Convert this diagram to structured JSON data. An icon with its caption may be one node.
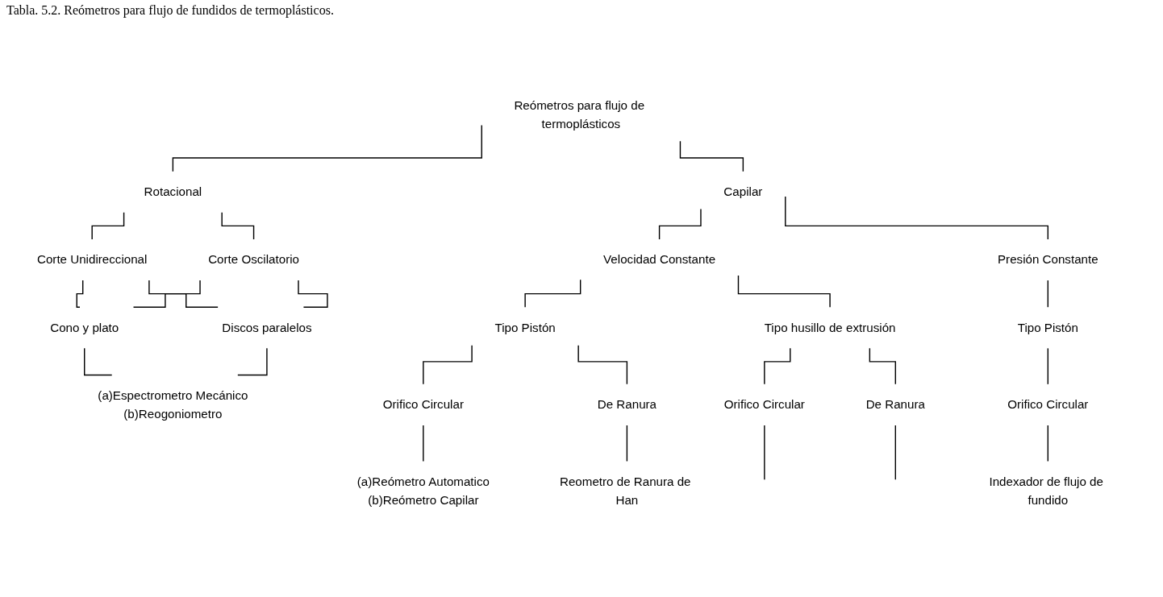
{
  "diagram": {
    "title": "Tabla. 5.2. Reómetros para flujo de fundidos de termoplásticos.",
    "nodes": [
      {
        "text": [
          "Reómetros para flujo de termoplásticos"
        ]
      },
      {
        "text": [
          "Rotacional"
        ]
      },
      {
        "text": [
          "Capilar"
        ]
      },
      {
        "text": [
          "Corte Unidireccional"
        ]
      },
      {
        "text": [
          "Corte Oscilatorio"
        ]
      },
      {
        "text": [
          "Cono y plato"
        ]
      },
      {
        "text": [
          "Discos paralelos"
        ]
      },
      {
        "text": [
          "(a)Espectrometro Mecánico",
          "(b)Reogoniometro"
        ]
      },
      {
        "text": [
          "Velocidad Constante"
        ]
      },
      {
        "text": [
          "Presión Constante"
        ]
      },
      {
        "text": [
          "Tipo Pistón"
        ]
      },
      {
        "text": [
          "Tipo husillo de extrusión"
        ]
      },
      {
        "text": [
          "Orifico Circular"
        ]
      },
      {
        "text": [
          "De Ranura"
        ]
      },
      {
        "text": [
          "(a)Reómetro Automatico",
          "(b)Reómetro Capilar"
        ]
      },
      {
        "text": [
          "Reometro de Ranura de Han"
        ]
      },
      {
        "text": [
          "Orifico Circular"
        ]
      },
      {
        "text": [
          "De Ranura"
        ]
      },
      {
        "text": [
          "Tipo Pistón"
        ]
      },
      {
        "text": [
          "Orifico Circular"
        ]
      },
      {
        "text": [
          "Indexador de flujo de fundido"
        ]
      }
    ],
    "edges": [
      {
        "from": 0,
        "to": 1,
        "arrow": "none"
      },
      {
        "from": 0,
        "to": 2,
        "arrow": "none"
      },
      {
        "from": 1,
        "to": 3,
        "arrow": "none"
      },
      {
        "from": 1,
        "to": 4,
        "arrow": "none"
      },
      {
        "from": 3,
        "to": 5,
        "arrow": "none"
      },
      {
        "from": 3,
        "to": 6,
        "arrow": "none"
      },
      {
        "from": 4,
        "to": 5,
        "arrow": "none"
      },
      {
        "from": 4,
        "to": 6,
        "arrow": "none"
      },
      {
        "from": 5,
        "to": 7,
        "arrow": "none"
      },
      {
        "from": 6,
        "to": 7,
        "arrow": "none"
      },
      {
        "from": 2,
        "to": 8,
        "arrow": "none"
      },
      {
        "from": 2,
        "to": 9,
        "arrow": "none"
      },
      {
        "from": 8,
        "to": 10,
        "arrow": "none"
      },
      {
        "from": 8,
        "to": 11,
        "arrow": "none"
      },
      {
        "from": 10,
        "to": 12,
        "arrow": "none"
      },
      {
        "from": 10,
        "to": 13,
        "arrow": "none"
      },
      {
        "from": 12,
        "to": 14,
        "arrow": "none"
      },
      {
        "from": 13,
        "to": 15,
        "arrow": "none"
      },
      {
        "from": 11,
        "to": 16,
        "arrow": "none"
      },
      {
        "from": 11,
        "to": 17,
        "arrow": "none"
      },
      {
        "from": 16,
        "to": null,
        "arrow": "none"
      },
      {
        "from": 17,
        "to": null,
        "arrow": "none"
      },
      {
        "from": 9,
        "to": 18,
        "arrow": "none"
      },
      {
        "from": 18,
        "to": 19,
        "arrow": "none"
      },
      {
        "from": 19,
        "to": 20,
        "arrow": "none"
      }
    ]
  }
}
